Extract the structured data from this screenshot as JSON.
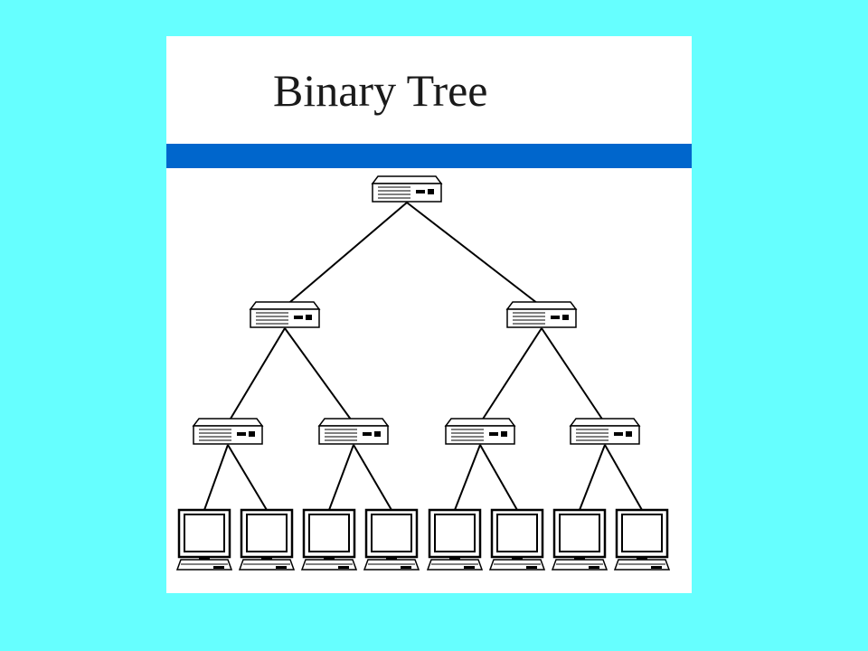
{
  "slide": {
    "title": "Binary Tree",
    "background_color": "#66ffff",
    "panel_color": "#ffffff",
    "rule_color": "#0066cc"
  },
  "tree": {
    "levels": [
      {
        "role": "root-switch",
        "count": 1,
        "icon": "network-switch-icon"
      },
      {
        "role": "switch",
        "count": 2,
        "icon": "network-switch-icon"
      },
      {
        "role": "switch",
        "count": 4,
        "icon": "network-switch-icon"
      },
      {
        "role": "computer",
        "count": 8,
        "icon": "computer-icon"
      }
    ],
    "line_color": "#000000"
  }
}
